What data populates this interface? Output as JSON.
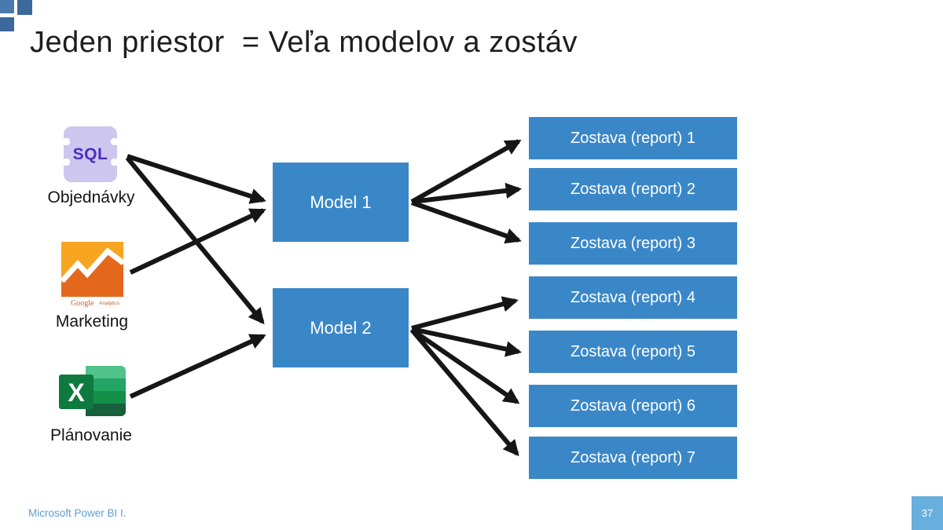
{
  "slide": {
    "title": "Jeden priestor  = Veľa modelov a zostáv",
    "footer_text": "Microsoft Power BI I.",
    "page_number": "37"
  },
  "sources": [
    {
      "label": "Objednávky",
      "icon": "sql-database-icon",
      "icon_text": "SQL"
    },
    {
      "label": "Marketing",
      "icon": "google-analytics-icon",
      "icon_brand": "Google",
      "icon_brand_suffix": "Analytics"
    },
    {
      "label": "Plánovanie",
      "icon": "excel-icon",
      "icon_text": "X"
    }
  ],
  "models": [
    {
      "label": "Model 1"
    },
    {
      "label": "Model 2"
    }
  ],
  "reports": [
    {
      "label": "Zostava (report) 1"
    },
    {
      "label": "Zostava (report) 2"
    },
    {
      "label": "Zostava (report) 3"
    },
    {
      "label": "Zostava (report) 4"
    },
    {
      "label": "Zostava (report) 5"
    },
    {
      "label": "Zostava (report) 6"
    },
    {
      "label": "Zostava (report) 7"
    }
  ],
  "connections": [
    {
      "from": "Objednávky",
      "to": "Model 1"
    },
    {
      "from": "Objednávky",
      "to": "Model 2"
    },
    {
      "from": "Marketing",
      "to": "Model 1"
    },
    {
      "from": "Plánovanie",
      "to": "Model 2"
    },
    {
      "from": "Model 1",
      "to": "Zostava (report) 1"
    },
    {
      "from": "Model 1",
      "to": "Zostava (report) 2"
    },
    {
      "from": "Model 1",
      "to": "Zostava (report) 3"
    },
    {
      "from": "Model 2",
      "to": "Zostava (report) 4"
    },
    {
      "from": "Model 2",
      "to": "Zostava (report) 5"
    },
    {
      "from": "Model 2",
      "to": "Zostava (report) 6"
    },
    {
      "from": "Model 2",
      "to": "Zostava (report) 7"
    }
  ],
  "colors": {
    "box_blue": "#3a87c8",
    "page_badge_blue": "#68afdd",
    "footer_blue": "#5b9fd6",
    "corner_blue_light": "#4a79ad",
    "corner_blue_dark": "#3d689b",
    "arrow_black": "#161616",
    "sql_icon_bg": "#cdc6ee",
    "sql_icon_text": "#4b2ec1",
    "ga_amber": "#f7a421",
    "ga_orange": "#e4681c",
    "ga_brand_text": "#cf5a2d",
    "excel_dark_green": "#0e7a40",
    "excel_row_greens": [
      "#50c28a",
      "#23a566",
      "#149048",
      "#16603c"
    ]
  }
}
